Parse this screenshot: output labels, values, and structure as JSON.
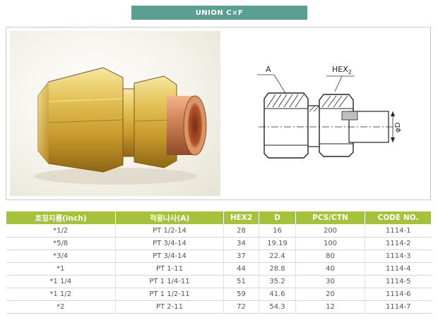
{
  "page": {
    "title": "UNION C×F"
  },
  "diagram": {
    "label_a": "A",
    "label_hex": "HEX",
    "label_hex_sub": "2",
    "label_d": "φD"
  },
  "table": {
    "headers": [
      "호칭지름(inch)",
      "적용나사(A)",
      "HEX2",
      "D",
      "PCS/CTN",
      "CODE NO."
    ],
    "rows": [
      [
        "*1/2",
        "PT 1/2-14",
        "28",
        "16",
        "200",
        "1114-1"
      ],
      [
        "*5/8",
        "PT 3/4-14",
        "34",
        "19.19",
        "100",
        "1114-2"
      ],
      [
        "*3/4",
        "PT 3/4-14",
        "37",
        "22.4",
        "80",
        "1114-3"
      ],
      [
        "*1",
        "PT 1-11",
        "44",
        "28.8",
        "40",
        "1114-4"
      ],
      [
        "*1 1/4",
        "PT 1 1/4-11",
        "51",
        "35.2",
        "30",
        "1114-5"
      ],
      [
        "*1 1/2",
        "PT 1 1/2-11",
        "59",
        "41.6",
        "20",
        "1114-6"
      ],
      [
        "*2",
        "PT 2-11",
        "72",
        "54.3",
        "12",
        "1114-7"
      ]
    ]
  },
  "colors": {
    "title_bar": "#5a9f91",
    "header": "#a4c23a",
    "brass": "#d8b040",
    "copper": "#c87b4e"
  }
}
